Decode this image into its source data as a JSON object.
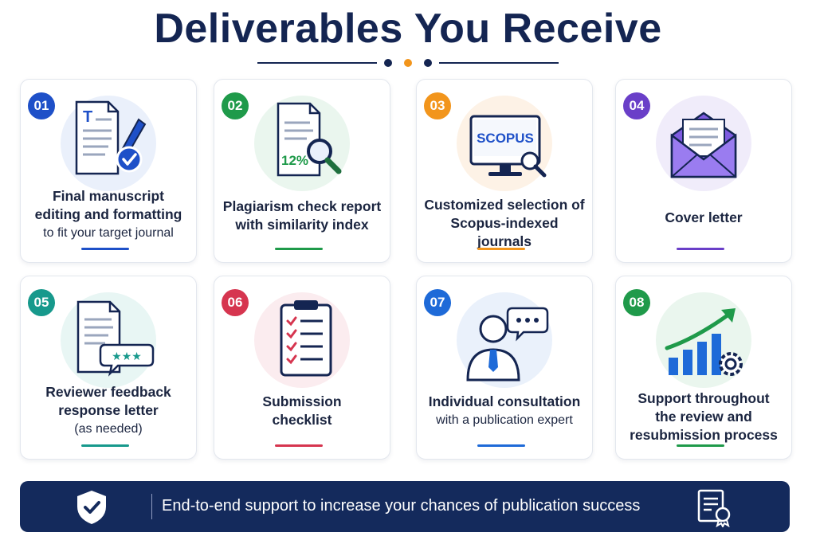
{
  "title": "Deliverables You Receive",
  "colors": {
    "navy": "#142552",
    "accent_orange": "#f2951c"
  },
  "cards": [
    {
      "number": "01",
      "color": "#1e50c8",
      "halo": "#eaf0fb",
      "icon": "manuscript-edit-icon",
      "lines": [
        {
          "text": "Final manuscript",
          "bold": true
        },
        {
          "text": "editing and formatting",
          "bold": true
        },
        {
          "text": "to fit your target journal",
          "bold": false
        }
      ]
    },
    {
      "number": "02",
      "color": "#1f9a4a",
      "halo": "#eaf6ee",
      "icon": "plagiarism-report-icon",
      "doc_label": "12%",
      "lines": [
        {
          "text": "Plagiarism check report",
          "bold": true
        },
        {
          "text": "with similarity index",
          "bold": true
        }
      ]
    },
    {
      "number": "03",
      "color": "#f2951c",
      "halo": "#fdf2e6",
      "icon": "scopus-monitor-icon",
      "screen_label": "SCOPUS",
      "lines": [
        {
          "text": "Customized selection of",
          "bold": true
        },
        {
          "text": "Scopus-indexed journals",
          "bold": true
        }
      ]
    },
    {
      "number": "04",
      "color": "#6a3fc8",
      "halo": "#f0ecfa",
      "icon": "envelope-letter-icon",
      "lines": [
        {
          "text": "Cover letter",
          "bold": true
        }
      ]
    },
    {
      "number": "05",
      "color": "#17998c",
      "halo": "#e8f6f4",
      "icon": "feedback-document-icon",
      "lines": [
        {
          "text": "Reviewer feedback",
          "bold": true
        },
        {
          "text": "response letter",
          "bold": true
        },
        {
          "text": "(as needed)",
          "bold": false
        }
      ]
    },
    {
      "number": "06",
      "color": "#d6354f",
      "halo": "#fbecef",
      "icon": "clipboard-checklist-icon",
      "lines": [
        {
          "text": "Submission",
          "bold": true
        },
        {
          "text": "checklist",
          "bold": true
        }
      ]
    },
    {
      "number": "07",
      "color": "#1e6ad8",
      "halo": "#eaf1fb",
      "icon": "consultant-chat-icon",
      "lines": [
        {
          "text": "Individual consultation",
          "bold": true
        },
        {
          "text": "with a publication expert",
          "bold": false
        }
      ]
    },
    {
      "number": "08",
      "color": "#1f9a4a",
      "halo": "#eaf6ee",
      "icon": "growth-chart-gear-icon",
      "lines": [
        {
          "text": "Support throughout",
          "bold": true
        },
        {
          "text": "the review and",
          "bold": true
        },
        {
          "text": "resubmission process",
          "bold": true
        }
      ]
    }
  ],
  "banner": {
    "text": "End-to-end support to increase your chances of publication success",
    "left_icon": "shield-check-icon",
    "right_icon": "certificate-icon"
  }
}
